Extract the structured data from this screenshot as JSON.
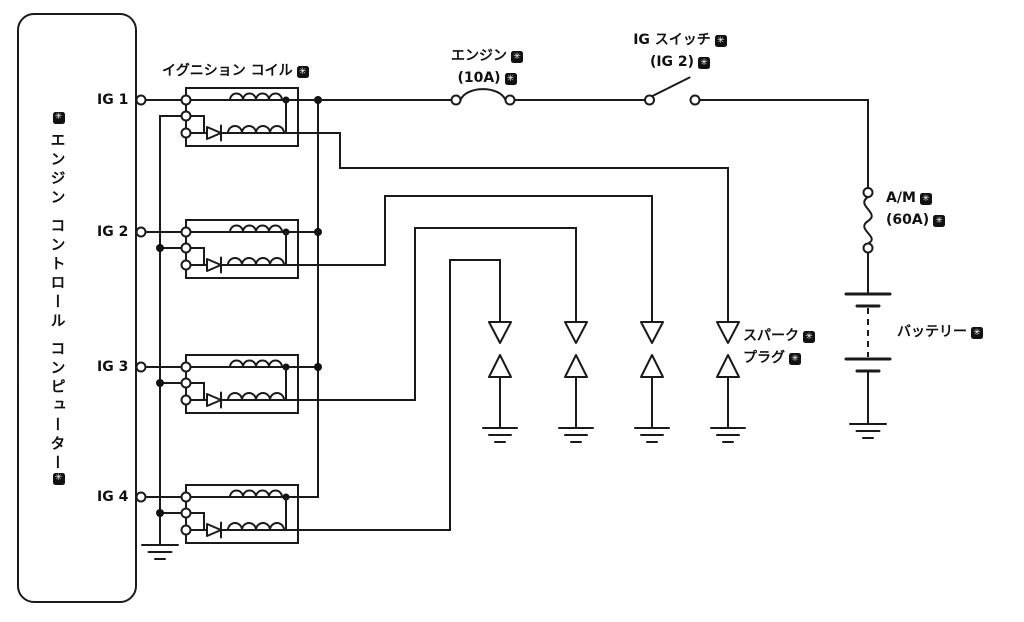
{
  "diagram": {
    "computer_label": "エンジン コントロール コンピューター",
    "terminals": [
      {
        "label": "IG 1"
      },
      {
        "label": "IG 2"
      },
      {
        "label": "IG 3"
      },
      {
        "label": "IG 4"
      }
    ],
    "coil_label": "イグニション コイル",
    "fuse": {
      "name": "エンジン",
      "rating": "(10A)"
    },
    "switch": {
      "name": "IG スイッチ",
      "position": "(IG 2)"
    },
    "fusible_link": {
      "name": "A/M",
      "rating": "(60A)"
    },
    "battery_label": "バッテリー",
    "spark_plug": {
      "line1": "スパーク",
      "line2": "プラグ"
    }
  },
  "icons": {
    "note_marker": "✳"
  },
  "colors": {
    "line": "#1a1a1a",
    "background": "#ffffff"
  }
}
